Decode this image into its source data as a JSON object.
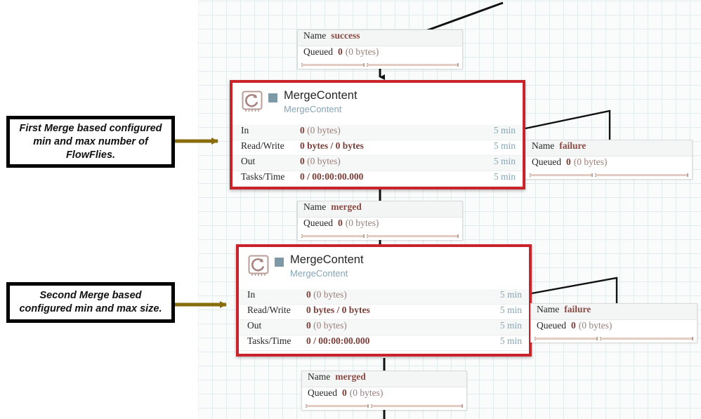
{
  "canvas": {
    "grid_color": "#e3ecec",
    "background": "#fafcfc"
  },
  "annotations": [
    {
      "id": "first-merge-note",
      "text": "First Merge based configured min and max number of FlowFlies.",
      "arrow_color": "#8a6d0b"
    },
    {
      "id": "second-merge-note",
      "text": "Second Merge based configured min and max size.",
      "arrow_color": "#8a6d0b"
    }
  ],
  "processors": [
    {
      "id": "merge-content-1",
      "name": "MergeContent",
      "type": "MergeContent",
      "border_color": "#c9242b",
      "run_state_color": "#7d98a6",
      "icon": "processor-chip-icon",
      "stats": [
        {
          "label": "In",
          "value_strong": "0",
          "value_dim": "(0 bytes)",
          "time": "5 min"
        },
        {
          "label": "Read/Write",
          "value_strong": "0 bytes / 0 bytes",
          "value_dim": "",
          "time": "5 min"
        },
        {
          "label": "Out",
          "value_strong": "0",
          "value_dim": "(0 bytes)",
          "time": "5 min"
        },
        {
          "label": "Tasks/Time",
          "value_strong": "0 / 00:00:00.000",
          "value_dim": "",
          "time": "5 min"
        }
      ]
    },
    {
      "id": "merge-content-2",
      "name": "MergeContent",
      "type": "MergeContent",
      "border_color": "#c9242b",
      "run_state_color": "#7d98a6",
      "icon": "processor-chip-icon",
      "stats": [
        {
          "label": "In",
          "value_strong": "0",
          "value_dim": "(0 bytes)",
          "time": "5 min"
        },
        {
          "label": "Read/Write",
          "value_strong": "0 bytes / 0 bytes",
          "value_dim": "",
          "time": "5 min"
        },
        {
          "label": "Out",
          "value_strong": "0",
          "value_dim": "(0 bytes)",
          "time": "5 min"
        },
        {
          "label": "Tasks/Time",
          "value_strong": "0 / 00:00:00.000",
          "value_dim": "",
          "time": "5 min"
        }
      ]
    }
  ],
  "connections": [
    {
      "id": "conn-success",
      "name_key": "Name",
      "name_value": "success",
      "queued_key": "Queued",
      "queued_count": "0",
      "queued_bytes": "(0 bytes)"
    },
    {
      "id": "conn-failure-1",
      "name_key": "Name",
      "name_value": "failure",
      "queued_key": "Queued",
      "queued_count": "0",
      "queued_bytes": "(0 bytes)"
    },
    {
      "id": "conn-merged-1",
      "name_key": "Name",
      "name_value": "merged",
      "queued_key": "Queued",
      "queued_count": "0",
      "queued_bytes": "(0 bytes)"
    },
    {
      "id": "conn-failure-2",
      "name_key": "Name",
      "name_value": "failure",
      "queued_key": "Queued",
      "queued_count": "0",
      "queued_bytes": "(0 bytes)"
    },
    {
      "id": "conn-merged-2",
      "name_key": "Name",
      "name_value": "merged",
      "queued_key": "Queued",
      "queued_count": "0",
      "queued_bytes": "(0 bytes)"
    }
  ]
}
